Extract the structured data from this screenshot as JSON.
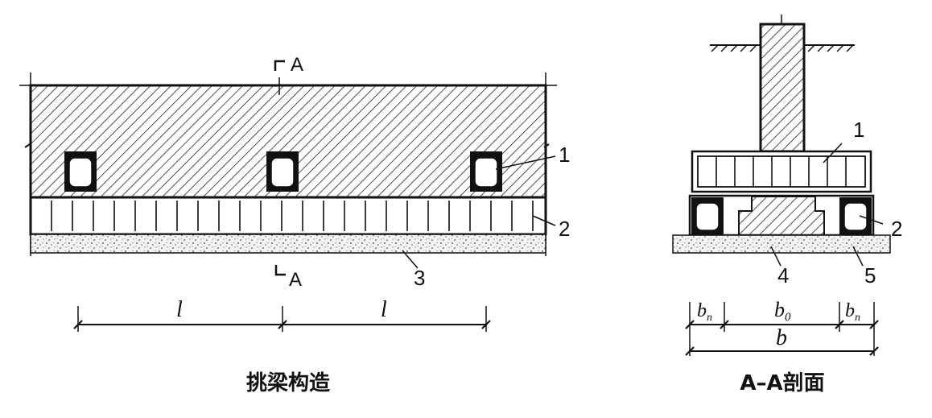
{
  "left_view": {
    "caption": "挑梁构造",
    "section_mark_top": "A",
    "section_mark_bottom": "A",
    "callouts": [
      "1",
      "2",
      "3"
    ],
    "dimension_labels": [
      "l",
      "l"
    ]
  },
  "right_view": {
    "caption": "A–A剖面",
    "callouts": [
      "1",
      "2",
      "4",
      "5"
    ],
    "dimension_labels": {
      "bn_left": "b",
      "bn_left_sub": "n",
      "b0": "b",
      "b0_sub": "0",
      "bn_right": "b",
      "bn_right_sub": "n",
      "b_total": "b"
    }
  }
}
